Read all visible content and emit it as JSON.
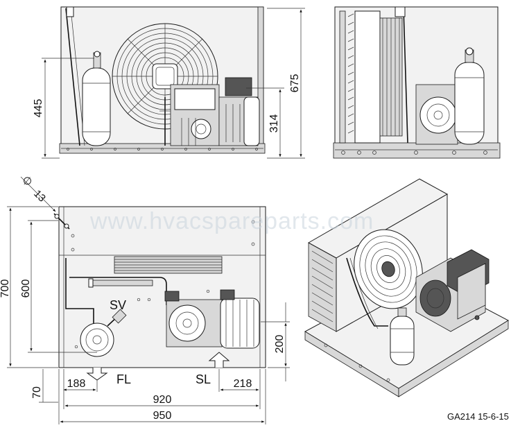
{
  "watermark": "www.hvacspareparts.com",
  "labels": {
    "sv": "SV",
    "fl": "FL",
    "sl": "SL"
  },
  "dimensions": {
    "front_height_total": "675",
    "front_receiver_height": "445",
    "front_compressor_height": "314",
    "plan_total_depth": "700",
    "plan_inner_depth": "600",
    "plan_offset": "70",
    "plan_width_inner": "920",
    "plan_width_total": "950",
    "fl_offset": "188",
    "sl_offset": "218",
    "sl_height": "200",
    "hole_diameter_symbol": "∅",
    "hole_diameter": "13"
  },
  "drawing_code": "GA214  15-6-15",
  "colors": {
    "line": "#1a1a1a",
    "panel": "#f2f2f2",
    "shade": "#d8d8d8",
    "watermark": "#c9d3dc"
  }
}
